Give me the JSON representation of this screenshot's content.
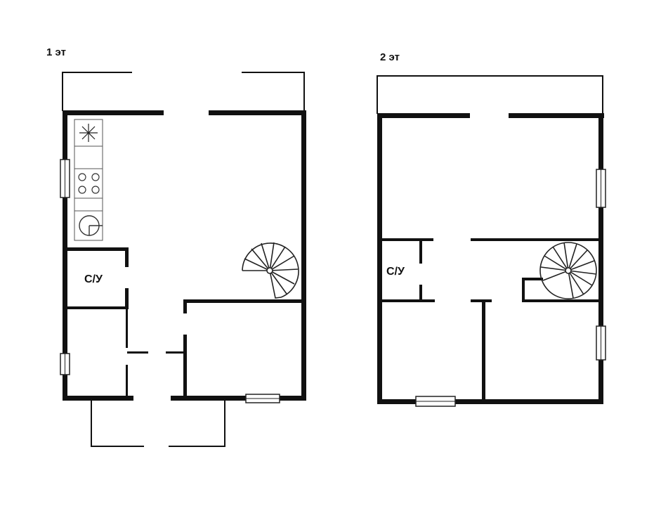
{
  "floors": [
    {
      "title": "1 эт",
      "bathroom_label": "С/У"
    },
    {
      "title": "2 эт",
      "bathroom_label": "С/У"
    }
  ]
}
